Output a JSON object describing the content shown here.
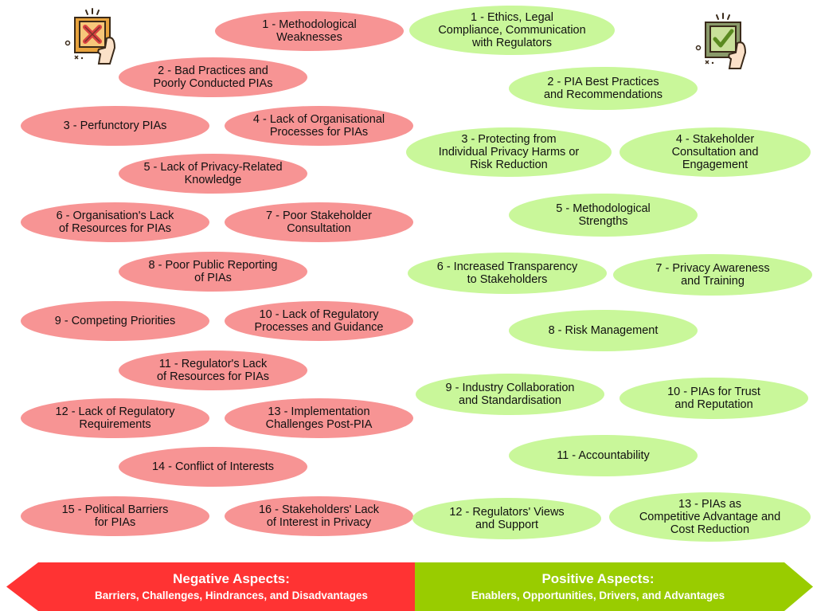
{
  "negative_items": [
    "1 - Methodological\nWeaknesses",
    "2 - Bad Practices and\nPoorly Conducted PIAs",
    "3 - Perfunctory PIAs",
    "4 - Lack of Organisational\nProcesses for PIAs",
    "5 - Lack of Privacy-Related\nKnowledge",
    "6 - Organisation's Lack\nof Resources for PIAs",
    "7 - Poor Stakeholder\nConsultation",
    "8 - Poor Public Reporting\nof PIAs",
    "9 - Competing Priorities",
    "10 - Lack of Regulatory\nProcesses and Guidance",
    "11 - Regulator's Lack\nof Resources for PIAs",
    "12 - Lack of Regulatory\nRequirements",
    "13 - Implementation\nChallenges Post-PIA",
    "14 - Conflict of Interests",
    "15 - Political Barriers\nfor PIAs",
    "16 - Stakeholders' Lack\nof Interest in Privacy"
  ],
  "positive_items": [
    "1 - Ethics, Legal\nCompliance, Communication\nwith Regulators",
    "2 - PIA Best Practices\nand Recommendations",
    "3 - Protecting from\nIndividual Privacy Harms or\nRisk Reduction",
    "4 - Stakeholder\nConsultation and\nEngagement",
    "5 - Methodological\nStrengths",
    "6 - Increased Transparency\nto Stakeholders",
    "7 - Privacy Awareness\nand Training",
    "8 - Risk Management",
    "9 - Industry Collaboration\nand Standardisation",
    "10 - PIAs for Trust\nand Reputation",
    "11 - Accountability",
    "12 - Regulators' Views\nand Support",
    "13 - PIAs as\nCompetitive Advantage and\nCost Reduction"
  ],
  "negative_banner": {
    "title": "Negative Aspects:",
    "subtitle": "Barriers, Challenges, Hindrances, and Disadvantages"
  },
  "positive_banner": {
    "title": "Positive Aspects:",
    "subtitle": "Enablers, Opportunities, Drivers, and Advantages"
  },
  "colors": {
    "negative_pill": "#f79494",
    "positive_pill": "#c9f79a",
    "negative_arrow": "#ff3333",
    "positive_arrow": "#99cc00"
  },
  "icons": [
    "reject-card-icon",
    "approve-card-icon"
  ]
}
